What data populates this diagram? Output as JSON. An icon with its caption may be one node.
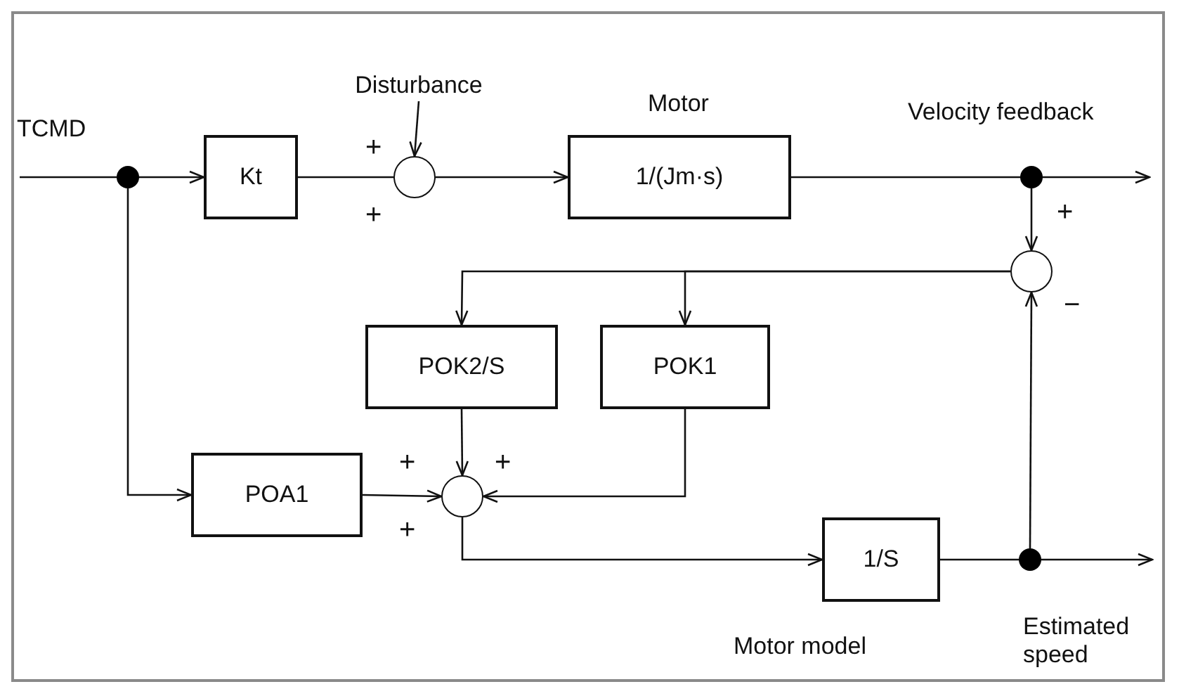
{
  "diagram": {
    "nodes": [
      {
        "text": [],
        "shape": "circle",
        "beside": [
          "TCMD"
        ]
      },
      {
        "text": [
          "Kt"
        ]
      },
      {
        "text": [],
        "shape": "circle"
      },
      {
        "text": [
          "Disturbance"
        ]
      },
      {
        "text": [
          "1/(Jm·s)"
        ],
        "beside": [
          "Motor"
        ]
      },
      {
        "text": [],
        "shape": "circle",
        "beside": [
          "Velocity feedback"
        ]
      },
      {
        "text": [],
        "shape": "circle"
      },
      {
        "text": [
          "POK2/S"
        ]
      },
      {
        "text": [
          "POK1"
        ]
      },
      {
        "text": [
          "POA1"
        ]
      },
      {
        "text": [],
        "shape": "circle"
      },
      {
        "text": [
          "1/S"
        ],
        "beside": [
          "Motor model"
        ]
      },
      {
        "text": [],
        "shape": "circle",
        "beside": [
          "Estimated speed"
        ]
      }
    ],
    "edges": [
      {
        "from": null,
        "to": 0,
        "arrow": "none"
      },
      {
        "from": 0,
        "to": 1,
        "arrow": "to"
      },
      {
        "from": 1,
        "to": 2,
        "arrow": "none"
      },
      {
        "from": 3,
        "to": 2,
        "arrow": "to"
      },
      {
        "from": 2,
        "to": 4,
        "arrow": "to"
      },
      {
        "from": 4,
        "to": 5,
        "arrow": "none"
      },
      {
        "from": 5,
        "to": null,
        "arrow": "to"
      },
      {
        "from": 5,
        "to": 6,
        "arrow": "to"
      },
      {
        "from": 6,
        "to": 7,
        "arrow": "to"
      },
      {
        "from": 6,
        "to": 8,
        "arrow": "to"
      },
      {
        "from": 0,
        "to": 9,
        "arrow": "to"
      },
      {
        "from": 9,
        "to": 10,
        "arrow": "to"
      },
      {
        "from": 7,
        "to": 10,
        "arrow": "to"
      },
      {
        "from": 8,
        "to": 10,
        "arrow": "to"
      },
      {
        "from": 10,
        "to": 11,
        "arrow": "to"
      },
      {
        "from": 11,
        "to": 12,
        "arrow": "none"
      },
      {
        "from": 12,
        "to": null,
        "arrow": "to"
      },
      {
        "from": 12,
        "to": 6,
        "arrow": "to"
      }
    ],
    "labels": [
      "+",
      "+",
      "+",
      "−",
      "+",
      "+",
      "+"
    ]
  }
}
